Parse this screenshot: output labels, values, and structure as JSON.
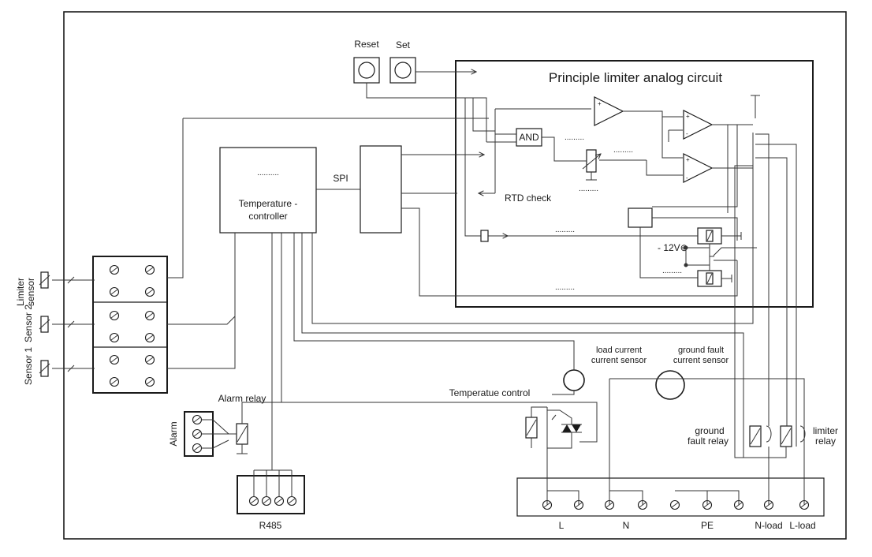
{
  "analog_circuit": {
    "title": "Principle limiter analog circuit",
    "and_gate": "AND",
    "rtd_check": "RTD check",
    "supply": "- 12V⊕",
    "dots": "........."
  },
  "controller": {
    "dots": "..........",
    "label_line1": "Temperature -",
    "label_line2": "controller",
    "spi": "SPI"
  },
  "buttons": {
    "reset": "Reset",
    "set": "Set"
  },
  "sensors": {
    "limiter_line1": "Limiter",
    "limiter_line2": "sensor",
    "sensor2": "Sensor 2",
    "sensor1": "Sensor 1"
  },
  "alarm": {
    "relay": "Alarm relay",
    "label": "Alarm"
  },
  "r485": "R485",
  "temperature_control": "Temperatue control",
  "load_current": {
    "line1": "load current",
    "line2": "current sensor"
  },
  "ground_fault_sensor": {
    "line1": "ground fault",
    "line2": "current sensor"
  },
  "ground_fault_relay": {
    "line1": "ground",
    "line2": "fault relay"
  },
  "limiter_relay": {
    "line1": "limiter",
    "line2": "relay"
  },
  "mains_terminals": [
    "L",
    "N",
    "PE",
    "N-load",
    "L-load"
  ]
}
